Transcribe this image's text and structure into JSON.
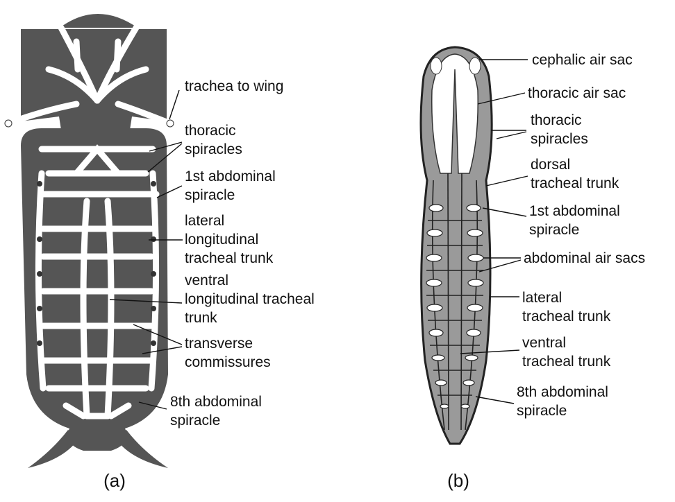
{
  "panels": [
    {
      "caption": "(a)",
      "labels": [
        [
          "trachea to wing"
        ],
        [
          "thoracic",
          "spiracles"
        ],
        [
          "1st abdominal",
          "spiracle"
        ],
        [
          "lateral",
          "longitudinal",
          "tracheal trunk"
        ],
        [
          "ventral",
          "longitudinal tracheal",
          "trunk"
        ],
        [
          "transverse",
          "commissures"
        ],
        [
          "8th abdominal",
          "spiracle"
        ]
      ]
    },
    {
      "caption": "(b)",
      "labels": [
        [
          "cephalic air sac"
        ],
        [
          "thoracic air sac"
        ],
        [
          "thoracic",
          "spiracles"
        ],
        [
          "dorsal",
          "tracheal trunk"
        ],
        [
          "1st abdominal",
          "spiracle"
        ],
        [
          "abdominal air sacs"
        ],
        [
          "lateral",
          "tracheal trunk"
        ],
        [
          "ventral",
          "tracheal trunk"
        ],
        [
          "8th abdominal",
          "spiracle"
        ]
      ]
    }
  ],
  "colors": {
    "body_dark": "#555555",
    "body_stipple": "#9a9a9a",
    "trachea": "#ffffff",
    "text": "#111111"
  }
}
